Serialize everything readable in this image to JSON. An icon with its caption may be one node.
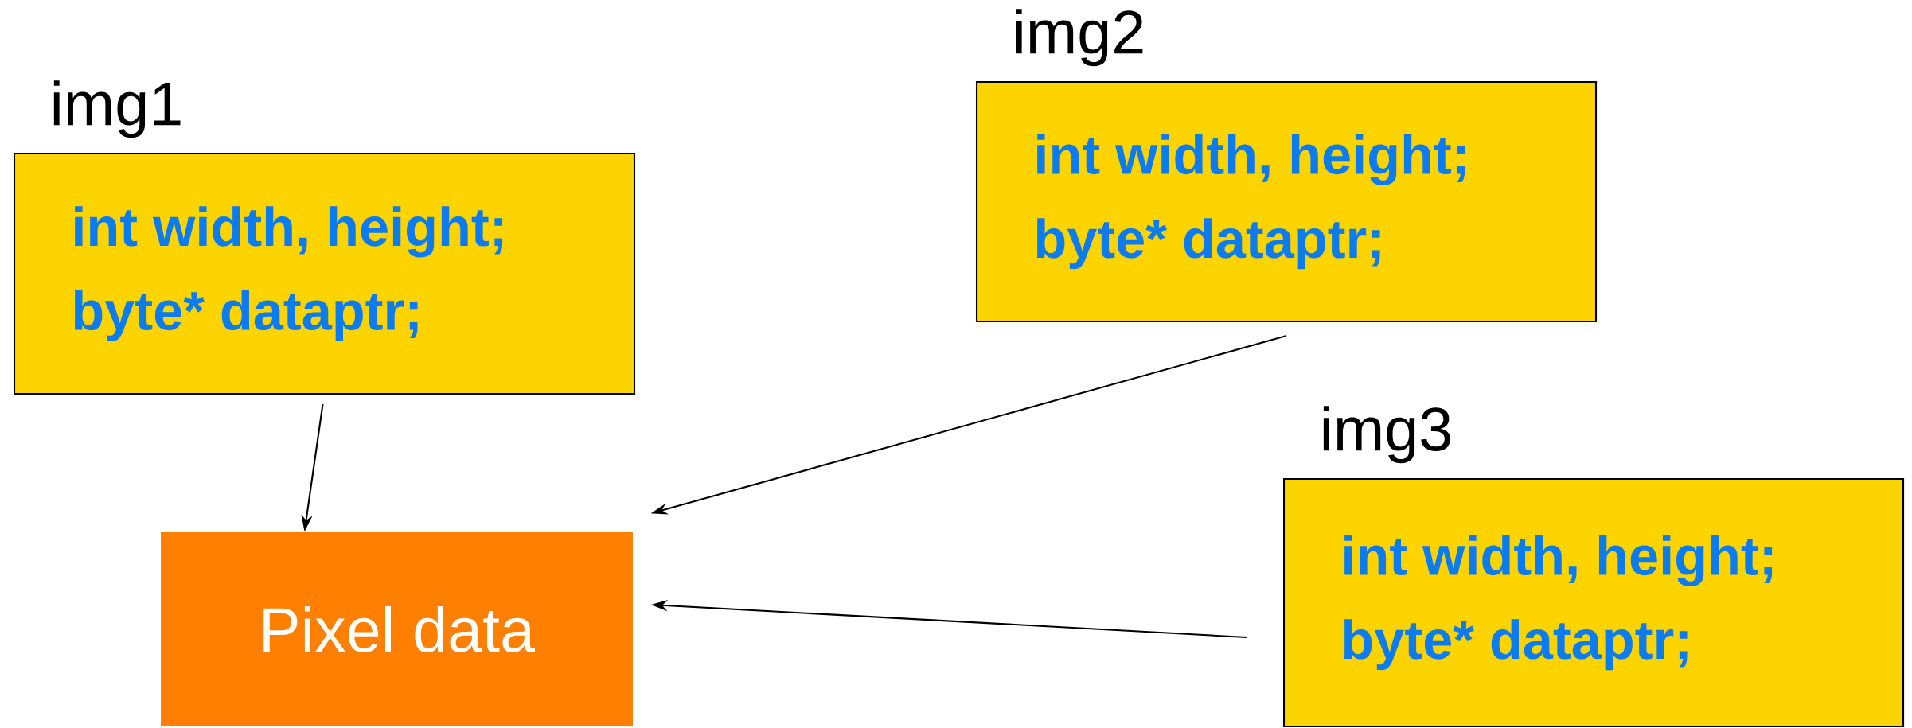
{
  "diagram": {
    "nodes": [
      {
        "text": [
          "img1",
          "int width, height;",
          "byte* dataptr;"
        ]
      },
      {
        "text": [
          "img2",
          "int width, height;",
          "byte* dataptr;"
        ]
      },
      {
        "text": [
          "img3",
          "int width, height;",
          "byte* dataptr;"
        ]
      },
      {
        "text": [
          "Pixel data"
        ]
      }
    ],
    "edges": [
      {
        "from": 0,
        "to": 3,
        "arrow": "to"
      },
      {
        "from": 1,
        "to": 3,
        "arrow": "to"
      },
      {
        "from": 2,
        "to": 3,
        "arrow": "to"
      }
    ]
  }
}
